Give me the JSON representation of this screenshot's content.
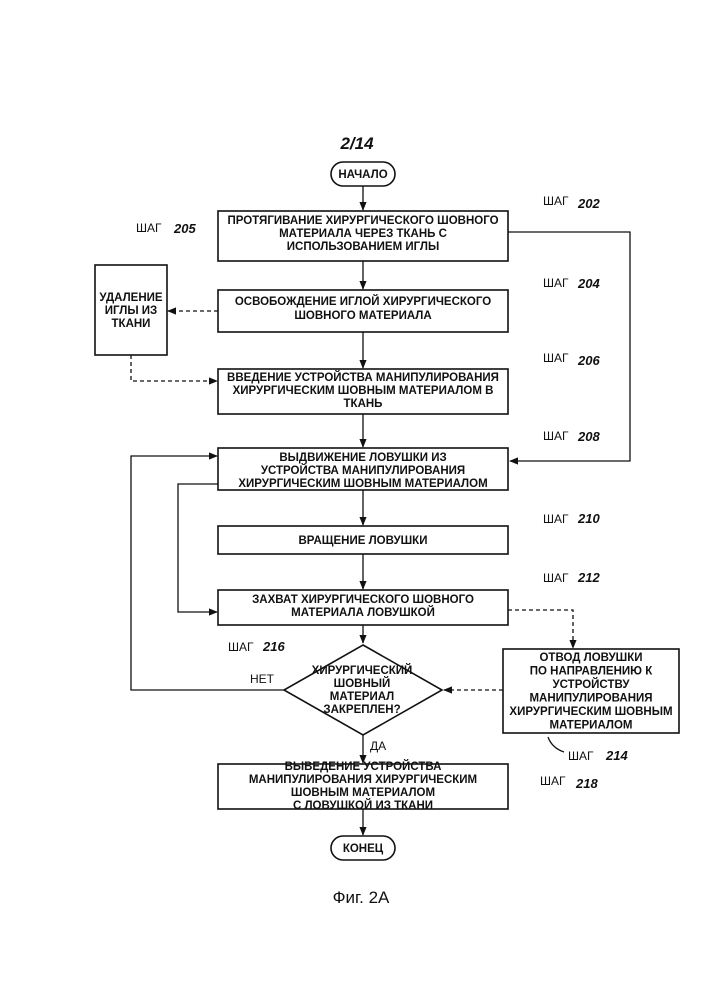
{
  "page_number": "2/14",
  "caption": "Фиг. 2A",
  "start_label": "НАЧАЛО",
  "end_label": "КОНЕЦ",
  "step_word": "ШАГ",
  "yes_label": "ДА",
  "no_label": "НЕТ",
  "steps": {
    "s202": {
      "number": "202",
      "lines": [
        "ПРОТЯГИВАНИЕ ХИРУРГИЧЕСКОГО ШОВНОГО",
        "МАТЕРИАЛА ЧЕРЕЗ ТКАНЬ С",
        "ИСПОЛЬЗОВАНИЕМ ИГЛЫ"
      ]
    },
    "s204": {
      "number": "204",
      "lines": [
        "ОСВОБОЖДЕНИЕ ИГЛОЙ ХИРУРГИЧЕСКОГО",
        "ШОВНОГО МАТЕРИАЛА"
      ]
    },
    "s205": {
      "number": "205",
      "lines": [
        "УДАЛЕНИЕ",
        "ИГЛЫ ИЗ",
        "ТКАНИ"
      ]
    },
    "s206": {
      "number": "206",
      "lines": [
        "ВВЕДЕНИЕ УСТРОЙСТВА МАНИПУЛИРОВАНИЯ",
        "ХИРУРГИЧЕСКИМ ШОВНЫМ МАТЕРИАЛОМ В",
        "ТКАНЬ"
      ]
    },
    "s208": {
      "number": "208",
      "lines": [
        "ВЫДВИЖЕНИЕ ЛОВУШКИ ИЗ",
        "УСТРОЙСТВА МАНИПУЛИРОВАНИЯ",
        "ХИРУРГИЧЕСКИМ ШОВНЫМ МАТЕРИАЛОМ"
      ]
    },
    "s210": {
      "number": "210",
      "lines": [
        "ВРАЩЕНИЕ ЛОВУШКИ"
      ]
    },
    "s212": {
      "number": "212",
      "lines": [
        "ЗАХВАТ ХИРУРГИЧЕСКОГО ШОВНОГО",
        "МАТЕРИАЛА ЛОВУШКОЙ"
      ]
    },
    "s214": {
      "number": "214",
      "lines": [
        "ОТВОД ЛОВУШКИ",
        "ПО НАПРАВЛЕНИЮ К",
        "УСТРОЙСТВУ",
        "МАНИПУЛИРОВАНИЯ",
        "ХИРУРГИЧЕСКИМ ШОВНЫМ",
        "МАТЕРИАЛОМ"
      ]
    },
    "s216": {
      "number": "216",
      "lines": [
        "ХИРУРГИЧЕСКИЙ",
        "ШОВНЫЙ",
        "МАТЕРИАЛ",
        "ЗАКРЕПЛЕН?"
      ]
    },
    "s218": {
      "number": "218",
      "lines": [
        "ВЫВЕДЕНИЕ УСТРОЙСТВА",
        "МАНИПУЛИРОВАНИЯ ХИРУРГИЧЕСКИМ",
        "ШОВНЫМ МАТЕРИАЛОМ",
        "С ЛОВУШКОЙ ИЗ ТКАНИ"
      ]
    }
  }
}
